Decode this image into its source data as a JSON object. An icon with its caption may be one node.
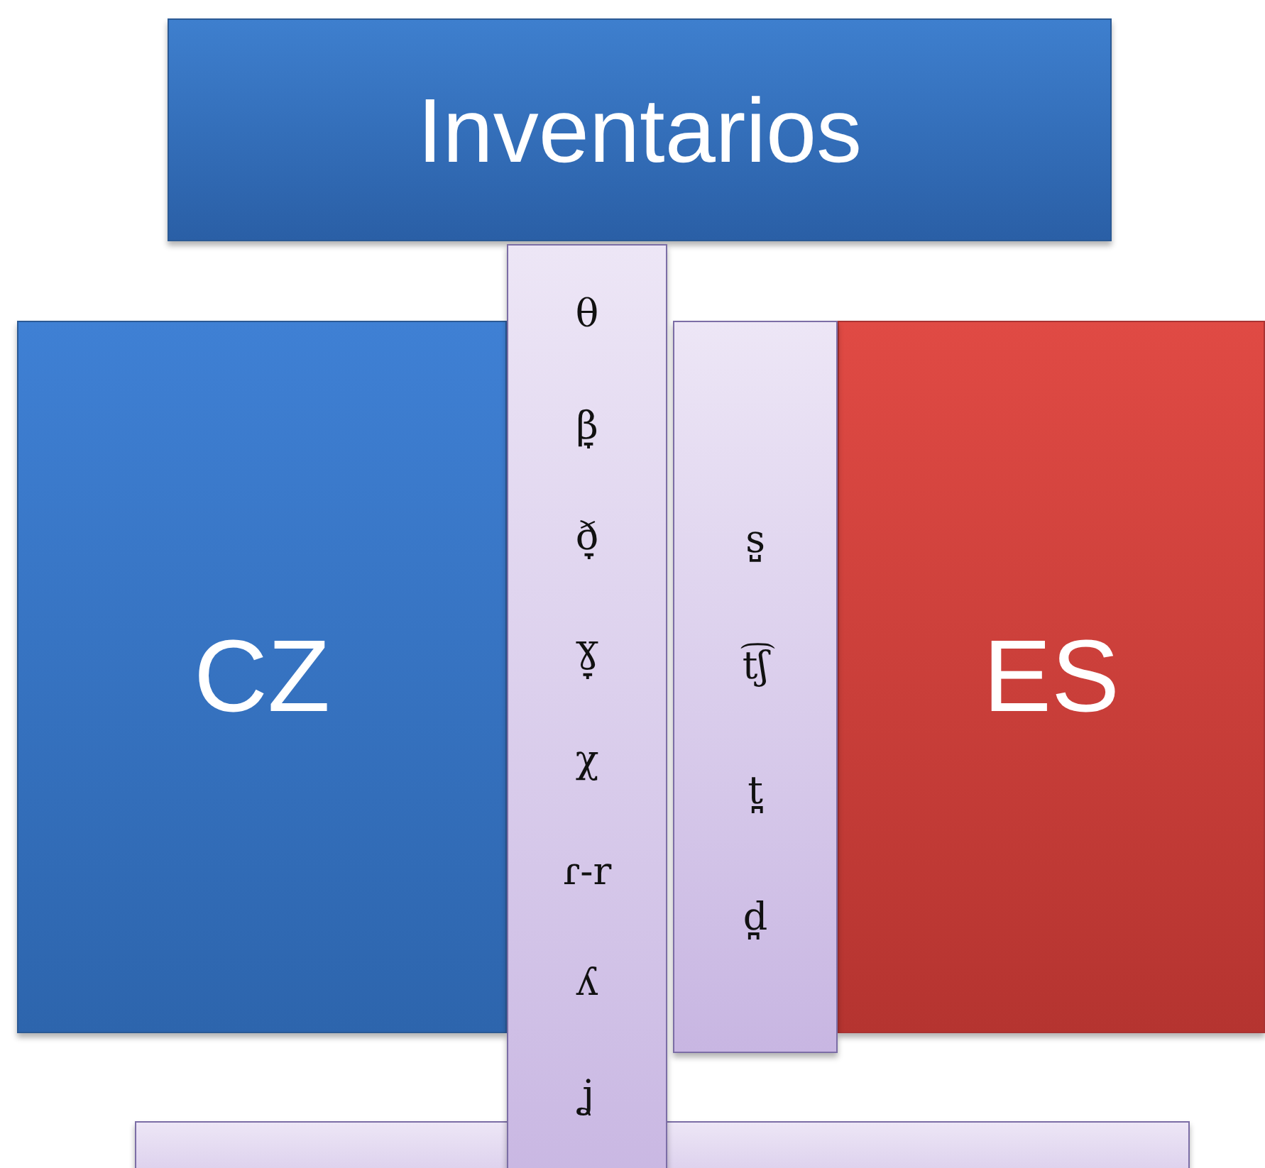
{
  "diagram": {
    "nodes": [
      {
        "text": [
          "Inventarios"
        ]
      },
      {
        "text": [
          "CZ"
        ]
      },
      {
        "text": [
          "ES"
        ]
      },
      {
        "text": [
          "θ",
          "β̞",
          "ð̞",
          "ɣ̞",
          "χ",
          "ɾ-r",
          "ʎ",
          "ʝ"
        ]
      },
      {
        "text": [
          "s̺",
          "t͡ʃ",
          "t̪",
          "d̪"
        ]
      },
      {
        "text": [],
        "shape": "box"
      }
    ]
  }
}
